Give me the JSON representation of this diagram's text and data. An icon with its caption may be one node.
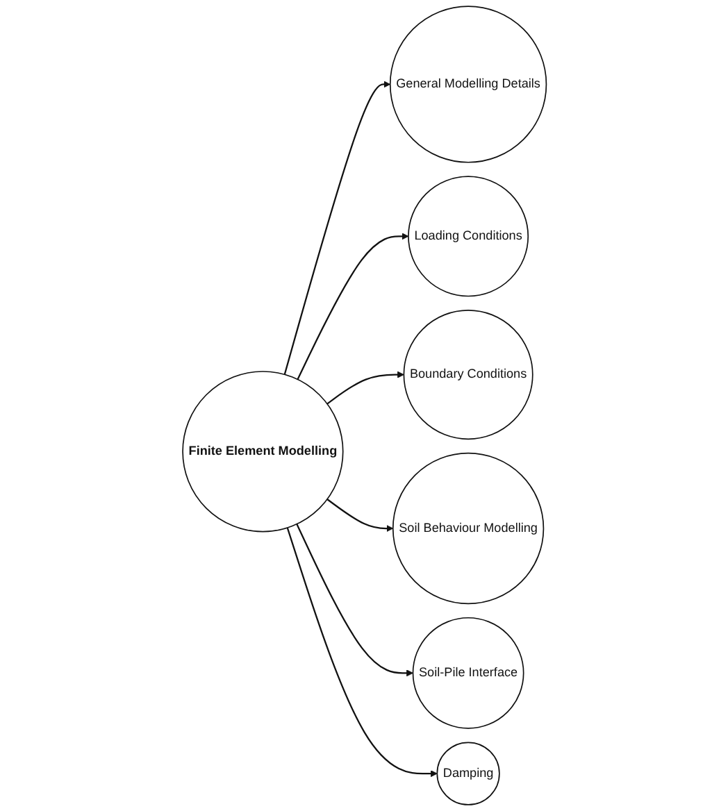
{
  "diagram": {
    "nodes": [
      {
        "text": [
          "General Modelling Details"
        ]
      },
      {
        "text": [
          "Loading Conditions"
        ]
      },
      {
        "text": [
          "Boundary Conditions"
        ]
      },
      {
        "text": [
          "Finite Element Modelling"
        ]
      },
      {
        "text": [
          "Soil Behaviour Modelling"
        ]
      },
      {
        "text": [
          "Soil-Pile Interface"
        ]
      },
      {
        "text": [
          "Damping"
        ]
      }
    ],
    "edges": [
      {
        "from": 3,
        "to": 0,
        "arrow": "to"
      },
      {
        "from": 3,
        "to": 1,
        "arrow": "to"
      },
      {
        "from": 3,
        "to": 2,
        "arrow": "to"
      },
      {
        "from": 3,
        "to": 4,
        "arrow": "to"
      },
      {
        "from": 3,
        "to": 5,
        "arrow": "to"
      },
      {
        "from": 3,
        "to": 6,
        "arrow": "to"
      }
    ]
  }
}
